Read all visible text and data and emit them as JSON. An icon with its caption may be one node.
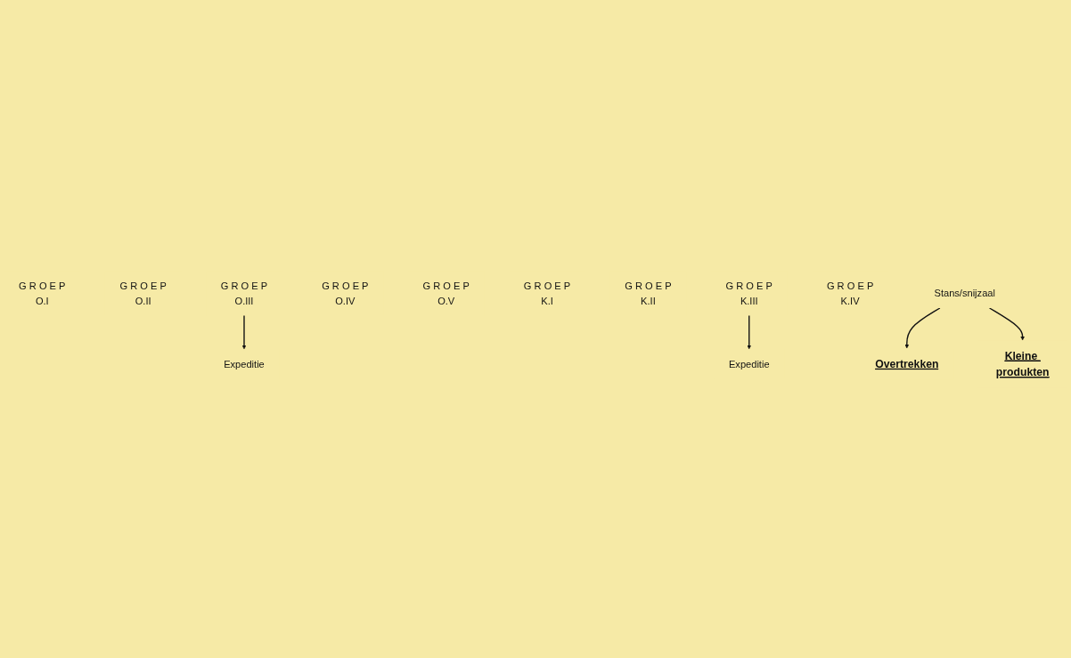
{
  "diagram": {
    "nodes": [
      {
        "text": [
          "Overtrekken"
        ]
      },
      {
        "text": [
          "Kleine produkten"
        ]
      },
      {
        "text": [
          "G R O E P",
          "O.I"
        ]
      },
      {
        "text": [
          "G R O E P",
          "O.II"
        ]
      },
      {
        "text": [
          "G R O E P",
          "O.III"
        ]
      },
      {
        "text": [
          "G R O E P",
          "O.IV"
        ]
      },
      {
        "text": [
          "G R O E P",
          "O.V"
        ]
      },
      {
        "text": [
          "G R O E P",
          "K.I"
        ]
      },
      {
        "text": [
          "G R O E P",
          "K.II"
        ]
      },
      {
        "text": [
          "G R O E P",
          "K.III"
        ]
      },
      {
        "text": [
          "G R O E P",
          "K.IV"
        ]
      },
      {
        "text": [
          "Expeditie"
        ]
      },
      {
        "text": [
          "Expeditie"
        ]
      },
      {
        "text": [
          "Stans/snijzaal"
        ]
      }
    ],
    "edges": [
      {
        "from": 13,
        "to": 0,
        "arrow": "to"
      },
      {
        "from": 13,
        "to": 1,
        "arrow": "to"
      },
      {
        "from": 4,
        "to": 11,
        "arrow": "to"
      },
      {
        "from": 9,
        "to": 12,
        "arrow": "to"
      }
    ]
  }
}
